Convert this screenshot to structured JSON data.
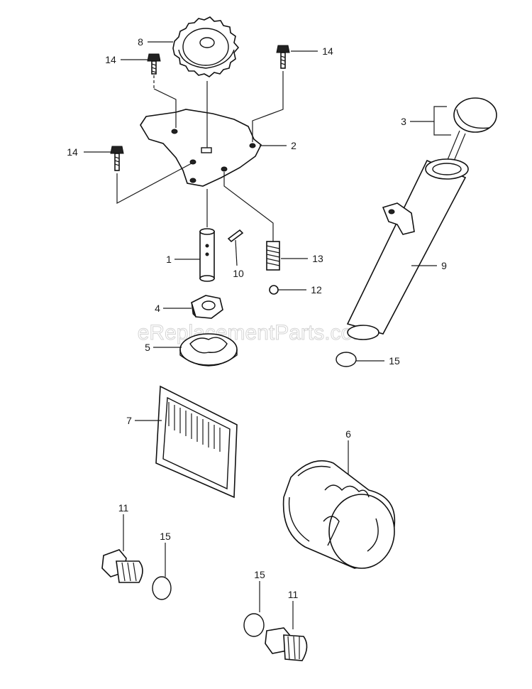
{
  "watermark": "eReplacementParts.com",
  "callouts": [
    {
      "id": "c-8",
      "text": "8"
    },
    {
      "id": "c-14a",
      "text": "14"
    },
    {
      "id": "c-14b",
      "text": "14"
    },
    {
      "id": "c-14c",
      "text": "14"
    },
    {
      "id": "c-2",
      "text": "2"
    },
    {
      "id": "c-3",
      "text": "3"
    },
    {
      "id": "c-9",
      "text": "9"
    },
    {
      "id": "c-1",
      "text": "1"
    },
    {
      "id": "c-10",
      "text": "10"
    },
    {
      "id": "c-13",
      "text": "13"
    },
    {
      "id": "c-12",
      "text": "12"
    },
    {
      "id": "c-4",
      "text": "4"
    },
    {
      "id": "c-5",
      "text": "5"
    },
    {
      "id": "c-15a",
      "text": "15"
    },
    {
      "id": "c-7",
      "text": "7"
    },
    {
      "id": "c-6",
      "text": "6"
    },
    {
      "id": "c-11a",
      "text": "11"
    },
    {
      "id": "c-15b",
      "text": "15"
    },
    {
      "id": "c-15c",
      "text": "15"
    },
    {
      "id": "c-11b",
      "text": "11"
    }
  ],
  "parts": [
    {
      "number": "1",
      "icon": "pump-shaft-icon"
    },
    {
      "number": "2",
      "icon": "pump-cover-plate-icon"
    },
    {
      "number": "3",
      "icon": "dipstick-cap-icon"
    },
    {
      "number": "4",
      "icon": "inner-rotor-icon"
    },
    {
      "number": "5",
      "icon": "outer-rotor-icon"
    },
    {
      "number": "6",
      "icon": "oil-filter-icon"
    },
    {
      "number": "7",
      "icon": "oil-screen-icon"
    },
    {
      "number": "8",
      "icon": "pump-gear-icon"
    },
    {
      "number": "9",
      "icon": "oil-fill-tube-icon"
    },
    {
      "number": "10",
      "icon": "pin-icon"
    },
    {
      "number": "11",
      "icon": "drain-plug-icon"
    },
    {
      "number": "12",
      "icon": "ball-icon"
    },
    {
      "number": "13",
      "icon": "relief-spring-icon"
    },
    {
      "number": "14",
      "icon": "bolt-icon"
    },
    {
      "number": "15",
      "icon": "o-ring-icon"
    }
  ]
}
